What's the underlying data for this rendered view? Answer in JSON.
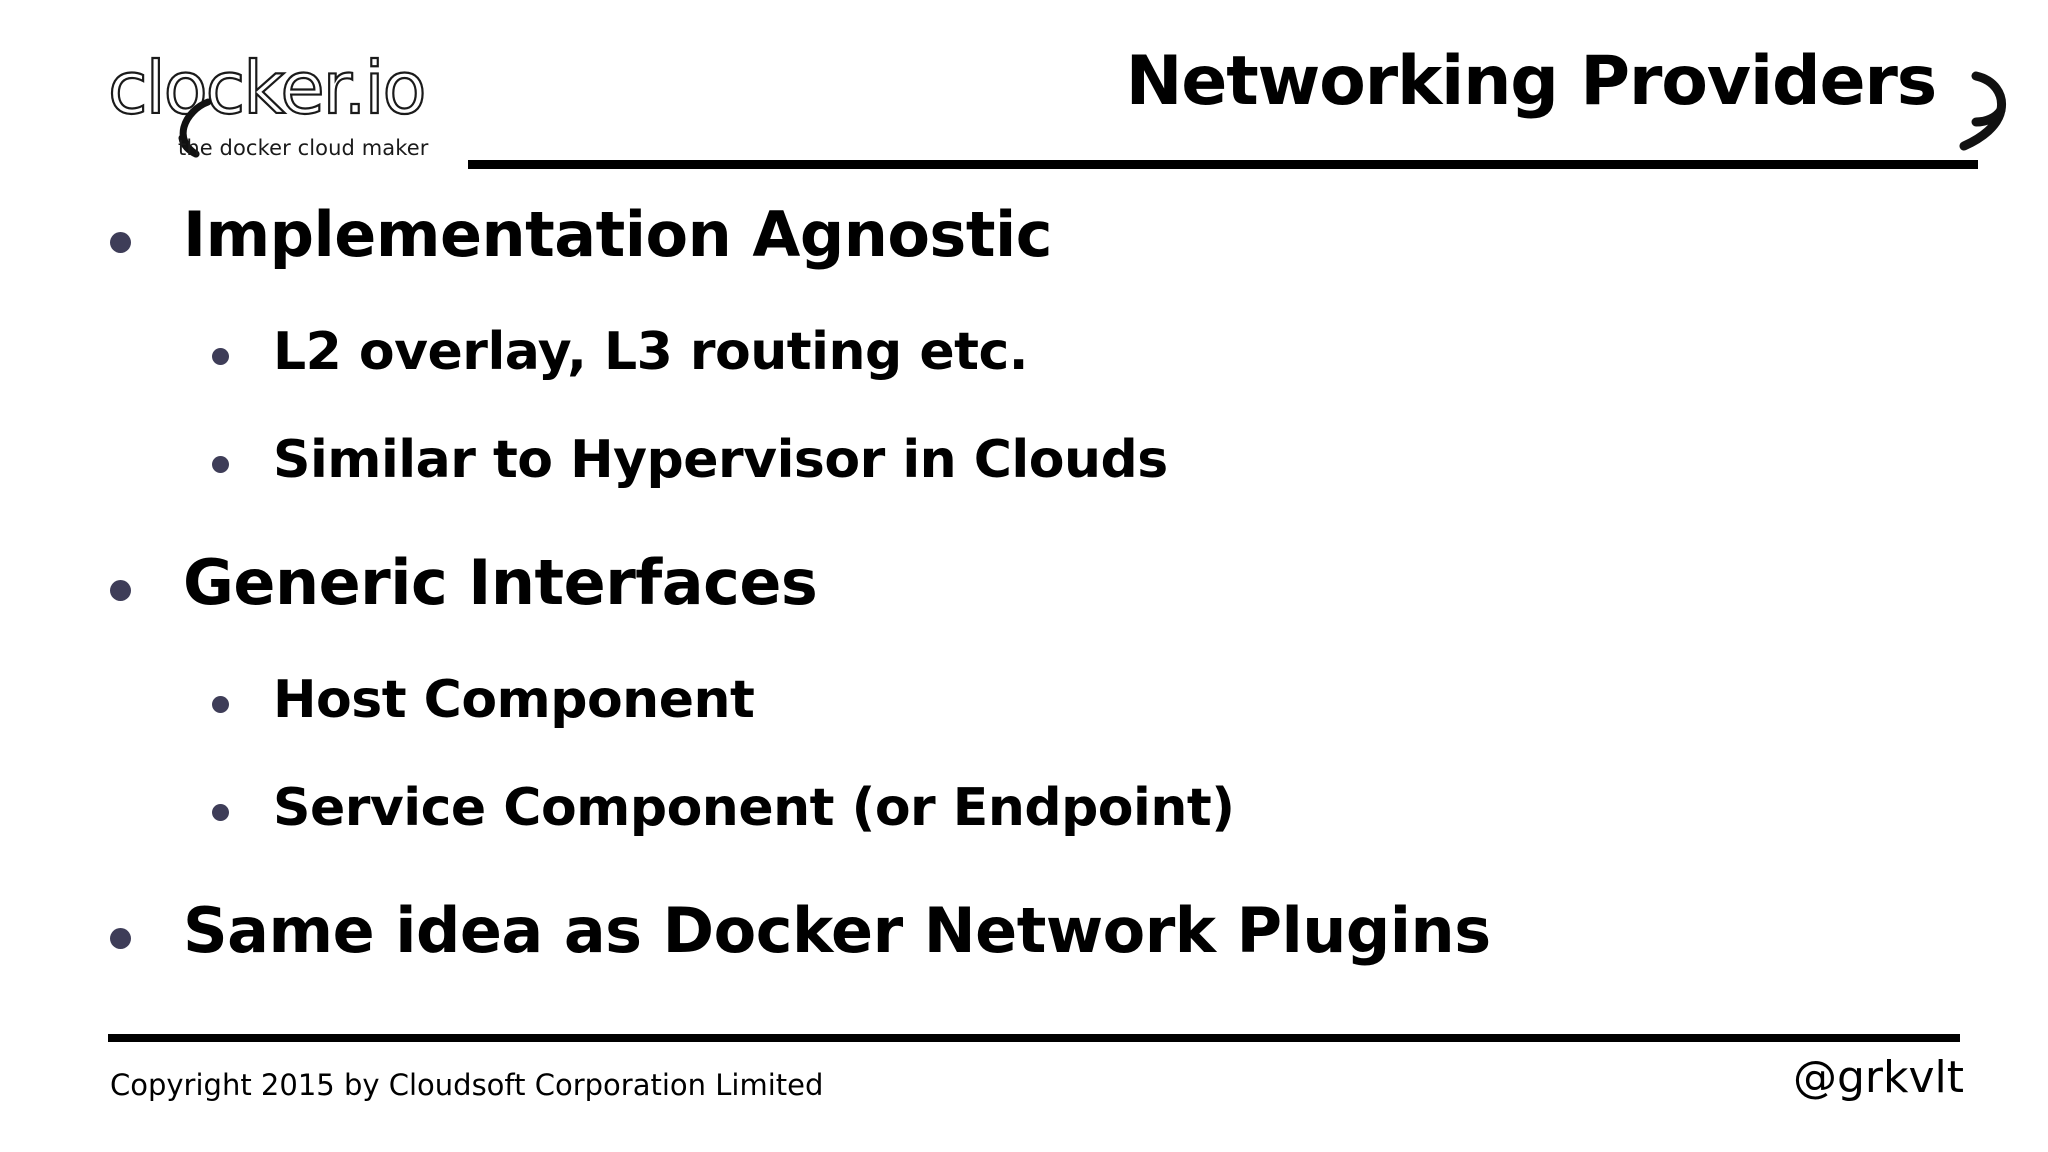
{
  "slide": {
    "title": "Networking Providers",
    "background_color": "#ffffff",
    "text_color": "#000000",
    "bullet_color": "#3e3d58"
  },
  "logo": {
    "wordmark": "clocker.io",
    "tagline": "the docker cloud maker",
    "hand_icon": "clock-hand-icon"
  },
  "header": {
    "title": "Networking Providers",
    "swash_icon": "clock-hand-swash-icon"
  },
  "bullets": [
    {
      "level": 1,
      "text": "Implementation Agnostic"
    },
    {
      "level": 2,
      "text": "L2 overlay, L3 routing etc."
    },
    {
      "level": 2,
      "text": "Similar to Hypervisor in Clouds"
    },
    {
      "level": 1,
      "text": "Generic Interfaces"
    },
    {
      "level": 2,
      "text": "Host Component"
    },
    {
      "level": 2,
      "text": "Service Component (or Endpoint)"
    },
    {
      "level": 1,
      "text": "Same idea as Docker Network Plugins"
    }
  ],
  "footer": {
    "copyright": "Copyright 2015 by Cloudsoft Corporation Limited",
    "handle": "@grkvlt"
  }
}
